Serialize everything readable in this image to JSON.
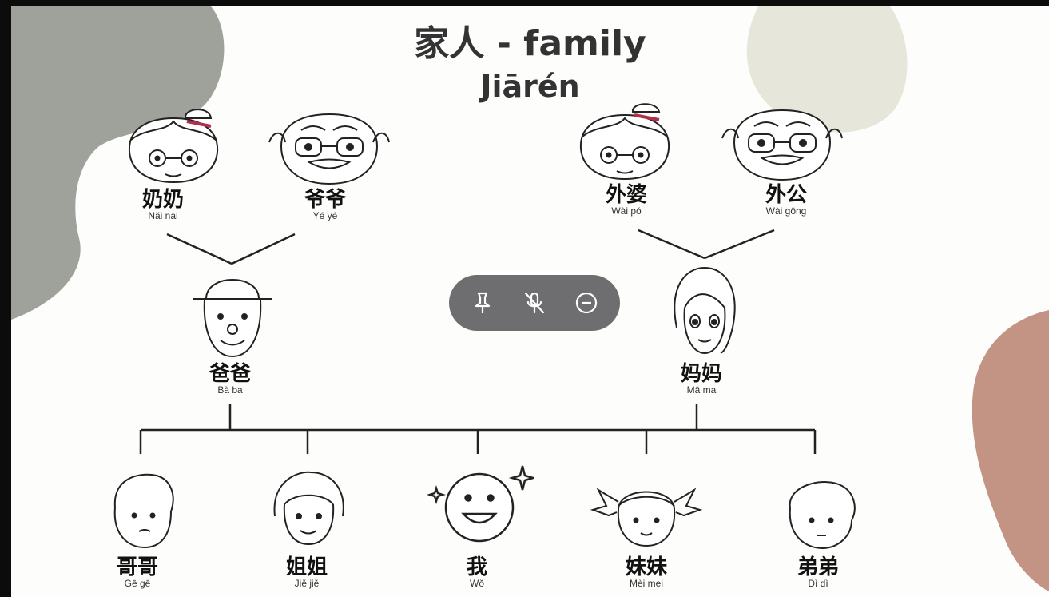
{
  "slide": {
    "title_line1": "家人 - family",
    "title_line2": "Jiārén"
  },
  "members": {
    "nainai": {
      "zh": "奶奶",
      "py": "Nǎi nai"
    },
    "yeye": {
      "zh": "爷爷",
      "py": "Yé yé"
    },
    "waipo": {
      "zh": "外婆",
      "py": "Wài pó"
    },
    "waigong": {
      "zh": "外公",
      "py": "Wài gōng"
    },
    "baba": {
      "zh": "爸爸",
      "py": "Bà ba"
    },
    "mama": {
      "zh": "妈妈",
      "py": "Mā ma"
    },
    "gege": {
      "zh": "哥哥",
      "py": "Gē gē"
    },
    "jiejie": {
      "zh": "姐姐",
      "py": "Jiě jiě"
    },
    "wo": {
      "zh": "我",
      "py": "Wǒ"
    },
    "meimei": {
      "zh": "妹妹",
      "py": "Mèi mei"
    },
    "didi": {
      "zh": "弟弟",
      "py": "Dì dì"
    }
  },
  "toolbar": {
    "icons": [
      "pin-icon",
      "mic-off-icon",
      "minimize-icon"
    ]
  },
  "colors": {
    "blob_gray": "#9fa29b",
    "blob_cream": "#e6e6da",
    "blob_rose": "#c39484",
    "toolbar": "#6e6e70"
  }
}
